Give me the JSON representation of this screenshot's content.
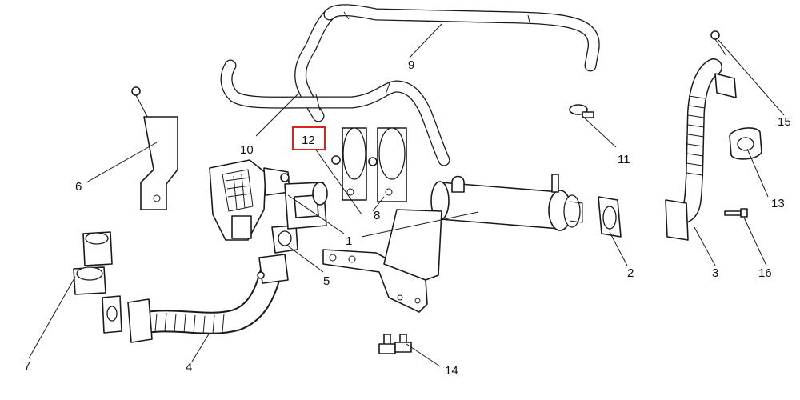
{
  "callouts": {
    "c1": "1",
    "c2": "2",
    "c3": "3",
    "c4": "4",
    "c5": "5",
    "c6": "6",
    "c7": "7",
    "c8": "8",
    "c9": "9",
    "c10": "10",
    "c11": "11",
    "c12": "12",
    "c13": "13",
    "c14": "14",
    "c15": "15",
    "c16": "16"
  },
  "highlight": {
    "callout": "12",
    "color": "#e0201c"
  }
}
